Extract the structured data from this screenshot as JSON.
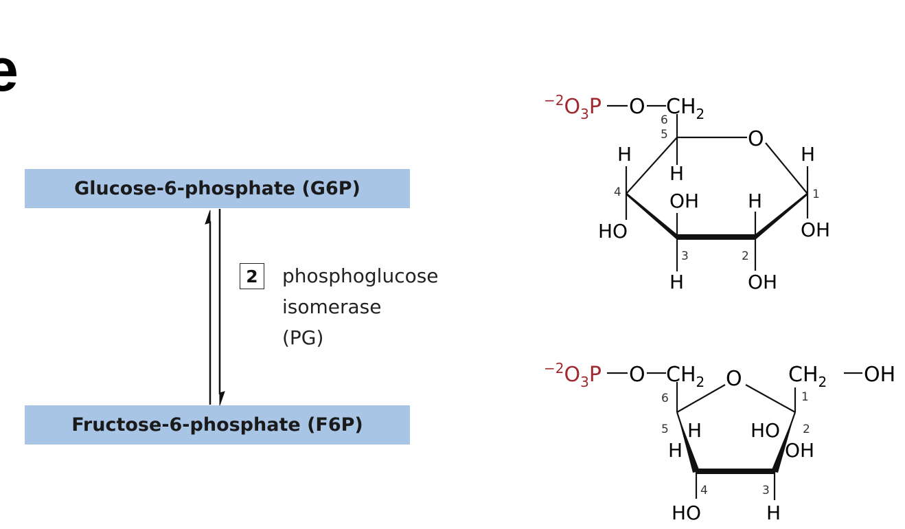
{
  "cut_letter": "e",
  "reaction": {
    "substrate_label": "Glucose-6-phosphate (G6P)",
    "product_label": "Fructose-6-phosphate (F6P)",
    "step_number": "2",
    "enzyme_lines": [
      "phosphoglucose",
      "isomerase",
      "(PG)"
    ],
    "box_color": "#a9c5e6"
  },
  "glucose_structure": {
    "phosphate_group": "−2O3P",
    "ring_atoms": [
      "O"
    ],
    "substituents": [
      "H",
      "H",
      "H",
      "OH",
      "H",
      "HO",
      "OH",
      "H",
      "OH"
    ],
    "carbon_numbers": [
      "1",
      "2",
      "3",
      "4",
      "5",
      "6"
    ]
  },
  "fructose_structure": {
    "phosphate_group": "−2O3P",
    "ring_atoms": [
      "O"
    ],
    "substituents": [
      "H",
      "H",
      "HO",
      "OH",
      "HO",
      "H"
    ],
    "carbon_numbers": [
      "1",
      "2",
      "3",
      "4",
      "5",
      "6"
    ]
  },
  "colors": {
    "phosphate": "#a0282f",
    "bond": "#111111"
  }
}
